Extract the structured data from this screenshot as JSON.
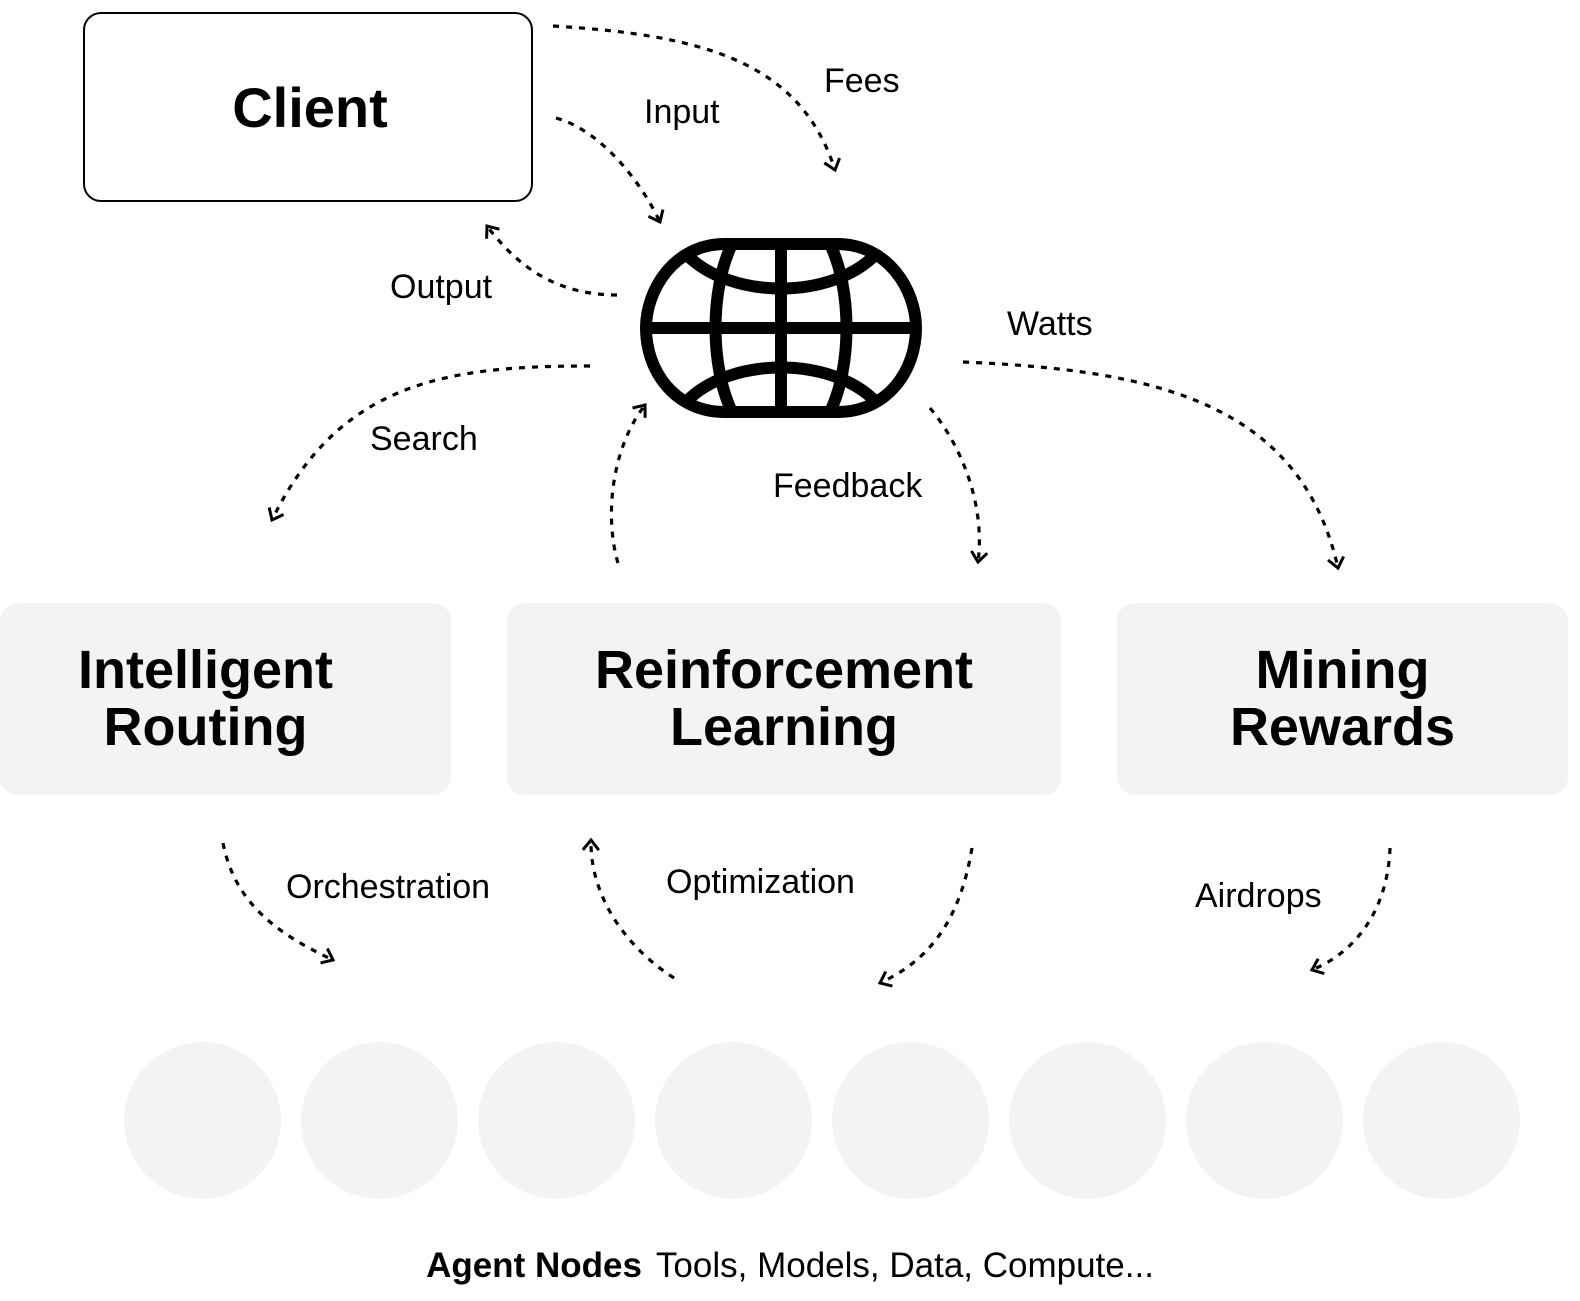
{
  "client": {
    "label": "Client"
  },
  "edges": {
    "fees": "Fees",
    "input": "Input",
    "output": "Output",
    "watts": "Watts",
    "search": "Search",
    "feedback": "Feedback",
    "orchestration": "Orchestration",
    "optimization": "Optimization",
    "airdrops": "Airdrops"
  },
  "modules": {
    "routing": "Intelligent\nRouting",
    "rl": "Reinforcement\nLearning",
    "mining": "Mining\nRewards"
  },
  "nodes": {
    "count": 8
  },
  "legend": {
    "title": "Agent Nodes",
    "text": "Tools, Models, Data, Compute..."
  },
  "icons": {
    "center": "globe-icon"
  }
}
